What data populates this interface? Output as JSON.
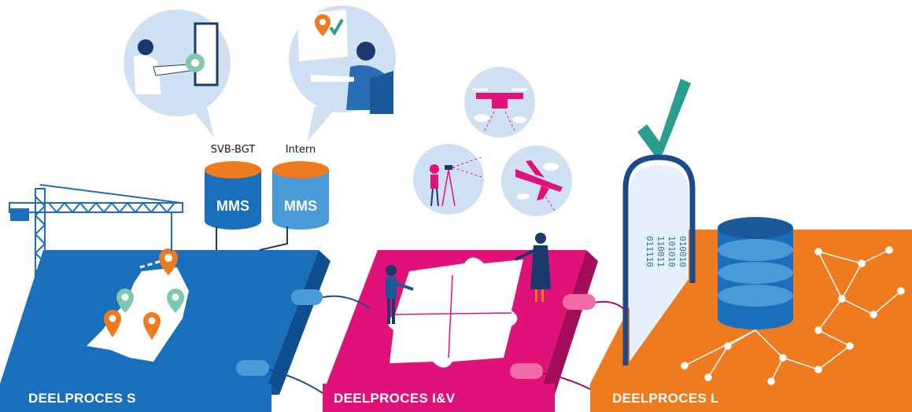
{
  "phases": [
    {
      "label": "DEELPROCES S",
      "color": "#1a6fbd"
    },
    {
      "label": "DEELPROCES I&V",
      "color": "#e0127a"
    },
    {
      "label": "DEELPROCES L",
      "color": "#f07a1e"
    }
  ],
  "databases": [
    {
      "caption": "SVB-BGT",
      "label": "MMS"
    },
    {
      "caption": "Intern",
      "label": "MMS"
    }
  ],
  "binary_text": [
    "011110",
    "110011",
    "101010",
    "010010"
  ],
  "icons": [
    "crane-icon",
    "map-pin-icon",
    "puzzle-icon",
    "drone-icon",
    "airplane-icon",
    "surveyor-icon",
    "checkmark-icon",
    "database-icon",
    "network-icon",
    "cable-icon"
  ],
  "colors": {
    "blue": "#1a6fbd",
    "magenta": "#e0127a",
    "orange": "#f07a1e",
    "teal": "#7fc8b0",
    "bubble": "#cfe0f2",
    "check": "#2a9d8f"
  }
}
